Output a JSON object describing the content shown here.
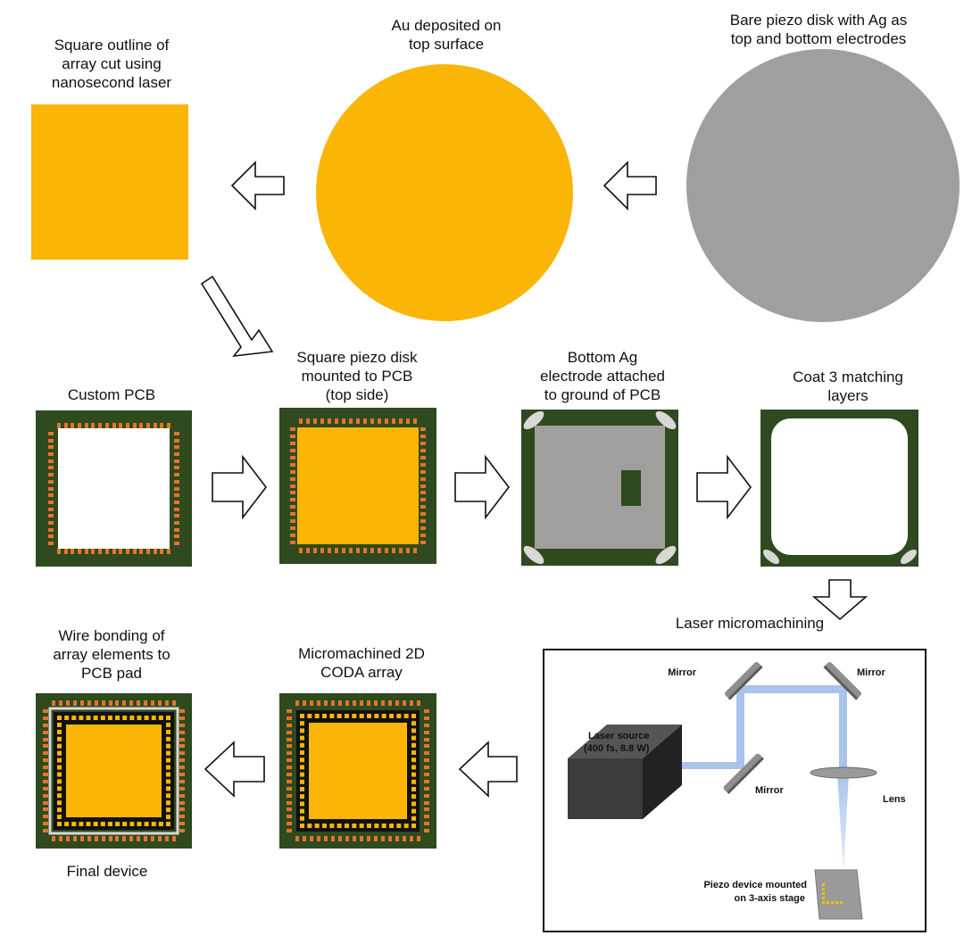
{
  "colors": {
    "gold": "#fbb507",
    "silver_piezo": "#a19f9e",
    "pcb_green": "#2e4a1e",
    "pcb_pad": "#e5742b",
    "beam": "#a9c3ea",
    "laser_body": "#3c3c3c"
  },
  "steps": {
    "bare_disk": [
      "Bare piezo disk with Ag as",
      "top and bottom electrodes"
    ],
    "au_deposit": [
      "Au deposited on",
      "top surface"
    ],
    "square_cut": [
      "Square outline of",
      "array cut using",
      "nanosecond laser"
    ],
    "custom_pcb": [
      "Custom PCB"
    ],
    "mounted": [
      "Square piezo disk",
      "mounted to PCB",
      "(top side)"
    ],
    "bottom_ag": [
      "Bottom Ag",
      "electrode attached",
      "to ground of PCB"
    ],
    "coat": [
      "Coat 3 matching",
      "layers"
    ],
    "laser_title": [
      "Laser micromachining"
    ],
    "micromachined": [
      "Micromachined 2D",
      "CODA array"
    ],
    "wire_bond": [
      "Wire bonding of",
      "array elements to",
      "PCB pad"
    ],
    "final": [
      "Final device"
    ]
  },
  "laser_setup": {
    "mirror_label": "Mirror",
    "lens_label": "Lens",
    "source_label": [
      "Laser source",
      "(400 fs, 8.8 W)"
    ],
    "stage_label": [
      "Piezo device mounted",
      "on 3-axis stage"
    ]
  },
  "icons": [
    "hollow-arrow-icon"
  ]
}
